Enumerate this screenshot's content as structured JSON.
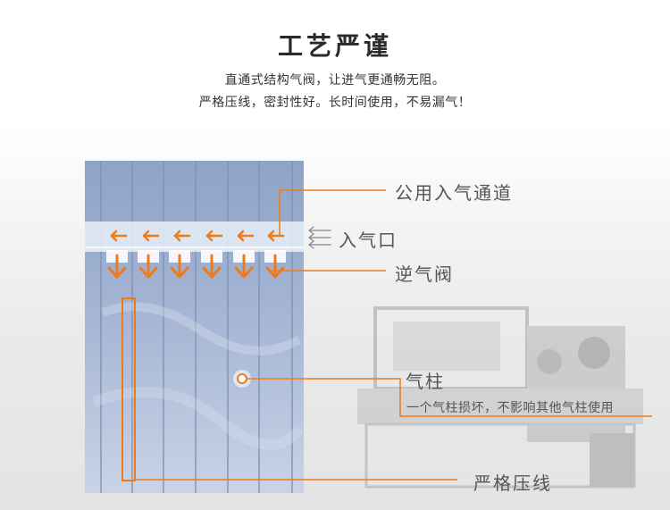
{
  "headline": "工艺严谨",
  "description": {
    "line1": "直通式结构气阀，让进气更通畅无阻。",
    "line2": "严格压线，密封性好。长时间使用，不易漏气！"
  },
  "callouts": {
    "common_channel": "公用入气通道",
    "inlet": "入气口",
    "check_valve": "逆气阀",
    "column": "气柱",
    "column_note": "一个气柱损坏，不影响其他气柱使用",
    "seal_line": "严格压线"
  },
  "colors": {
    "accent": "#f07a1a",
    "bag": "#a9b9d6",
    "text": "#555555"
  }
}
